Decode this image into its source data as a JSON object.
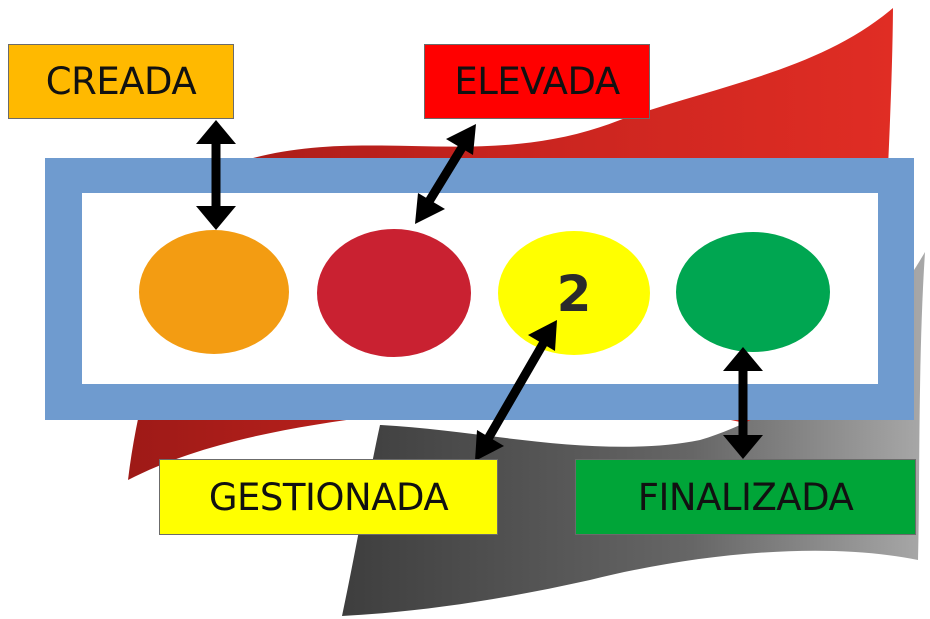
{
  "colors": {
    "creada": "#F39C12",
    "elevada": "#C92131",
    "gestionada": "#FFFF00",
    "finalizada": "#00A651",
    "creada_label_bg": "#FFB900",
    "elevada_label_bg": "#FF0000",
    "gestionada_label_bg": "#FFFF00",
    "finalizada_label_bg": "#00A538",
    "frame": "#6F9BCF",
    "ribbon_red": "#D42A22",
    "ribbon_gray": "#6A6A6A",
    "arrow": "#000000"
  },
  "lights": [
    {
      "name": "creada",
      "number": ""
    },
    {
      "name": "elevada",
      "number": ""
    },
    {
      "name": "gestionada",
      "number": "2"
    },
    {
      "name": "finalizada",
      "number": ""
    }
  ],
  "labels": {
    "creada": "CREADA",
    "elevada": "ELEVADA",
    "gestionada": "GESTIONADA",
    "finalizada": "FINALIZADA"
  }
}
